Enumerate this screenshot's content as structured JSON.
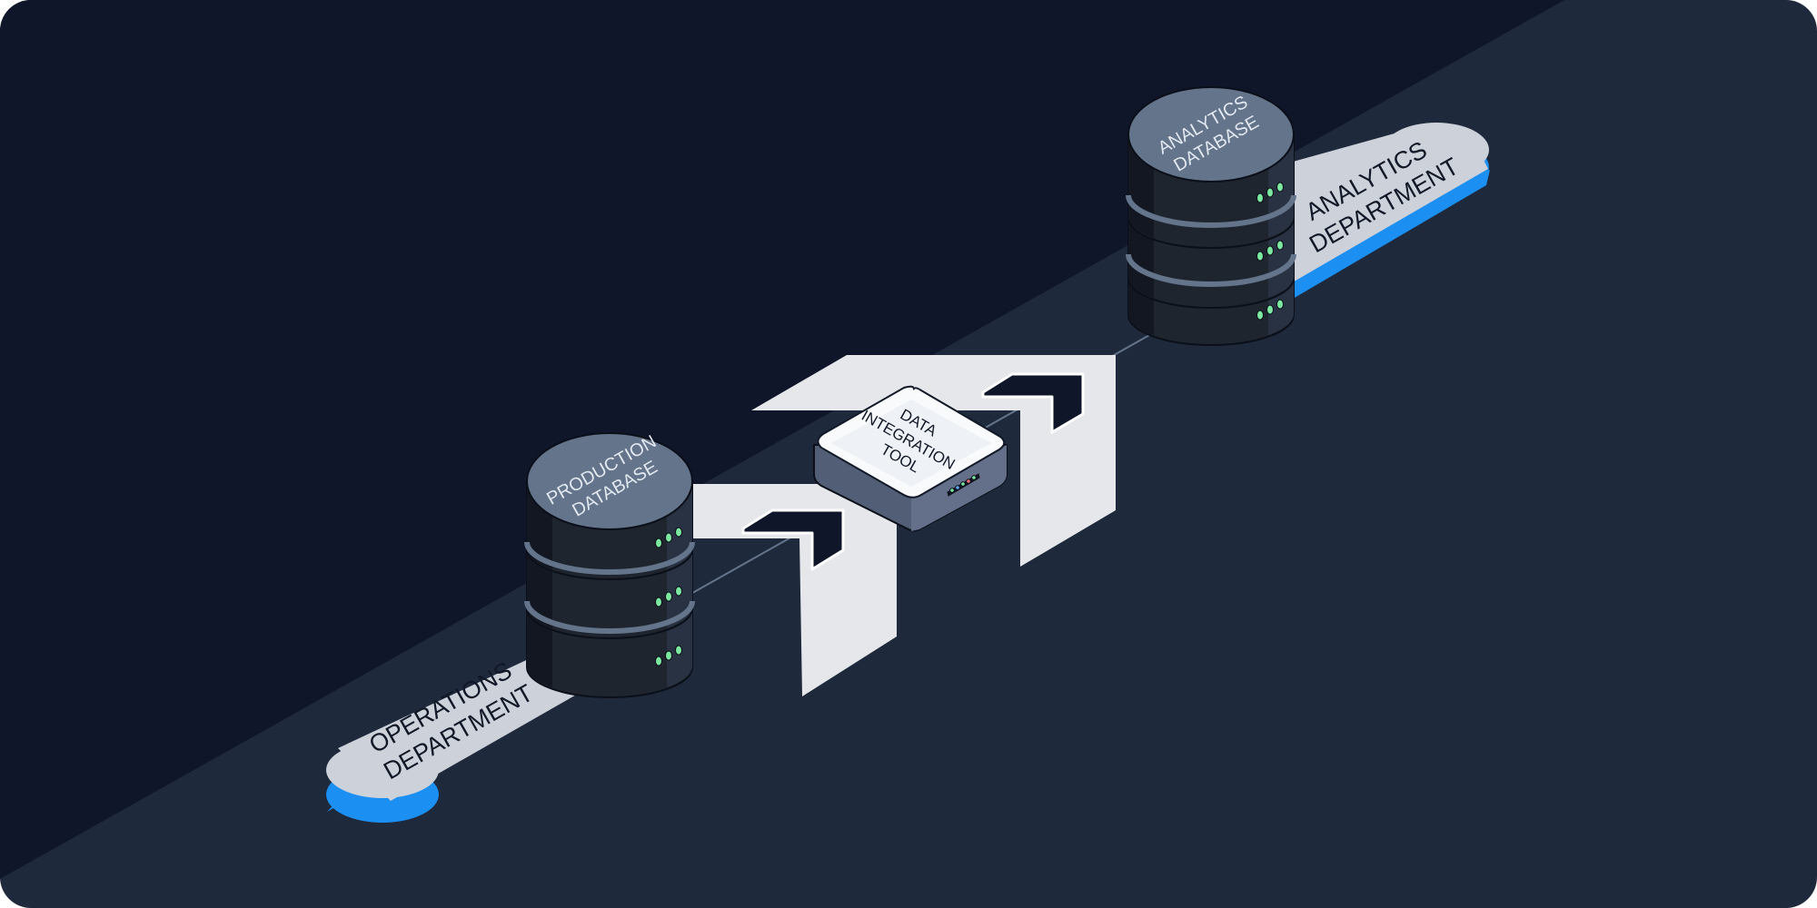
{
  "diagram": {
    "title": "",
    "colors": {
      "background_dark": "#10162A",
      "background_light": "#1E293B",
      "pill_face": "#CDD1D9",
      "pill_accent": "#1C8FF2",
      "db_top": "#64748B",
      "db_body": "#1E252F",
      "db_ring": "#4E5B73",
      "led_green": "#7DE8A0",
      "arrow_fill": "#E5E7EB",
      "device_top": "#F8FAFC",
      "device_side": "#525E76"
    },
    "departments": [
      {
        "id": "operations",
        "line1": "OPERATIONS",
        "line2": "DEPARTMENT"
      },
      {
        "id": "analytics",
        "line1": "ANALYTICS",
        "line2": "DEPARTMENT"
      }
    ],
    "databases": [
      {
        "id": "production",
        "line1": "PRODUCTION",
        "line2": "DATABASE",
        "icon": "database-icon"
      },
      {
        "id": "analytics",
        "line1": "ANALYTICS",
        "line2": "DATABASE",
        "icon": "database-icon"
      }
    ],
    "tool": {
      "line1": "DATA",
      "line2": "INTEGRATION",
      "line3": "TOOL",
      "icon": "server-box-icon"
    },
    "arrows": [
      {
        "from": "production",
        "to": "tool",
        "icon": "arrow-up-right-icon"
      },
      {
        "from": "tool",
        "to": "analytics",
        "icon": "arrow-up-right-icon"
      }
    ]
  }
}
